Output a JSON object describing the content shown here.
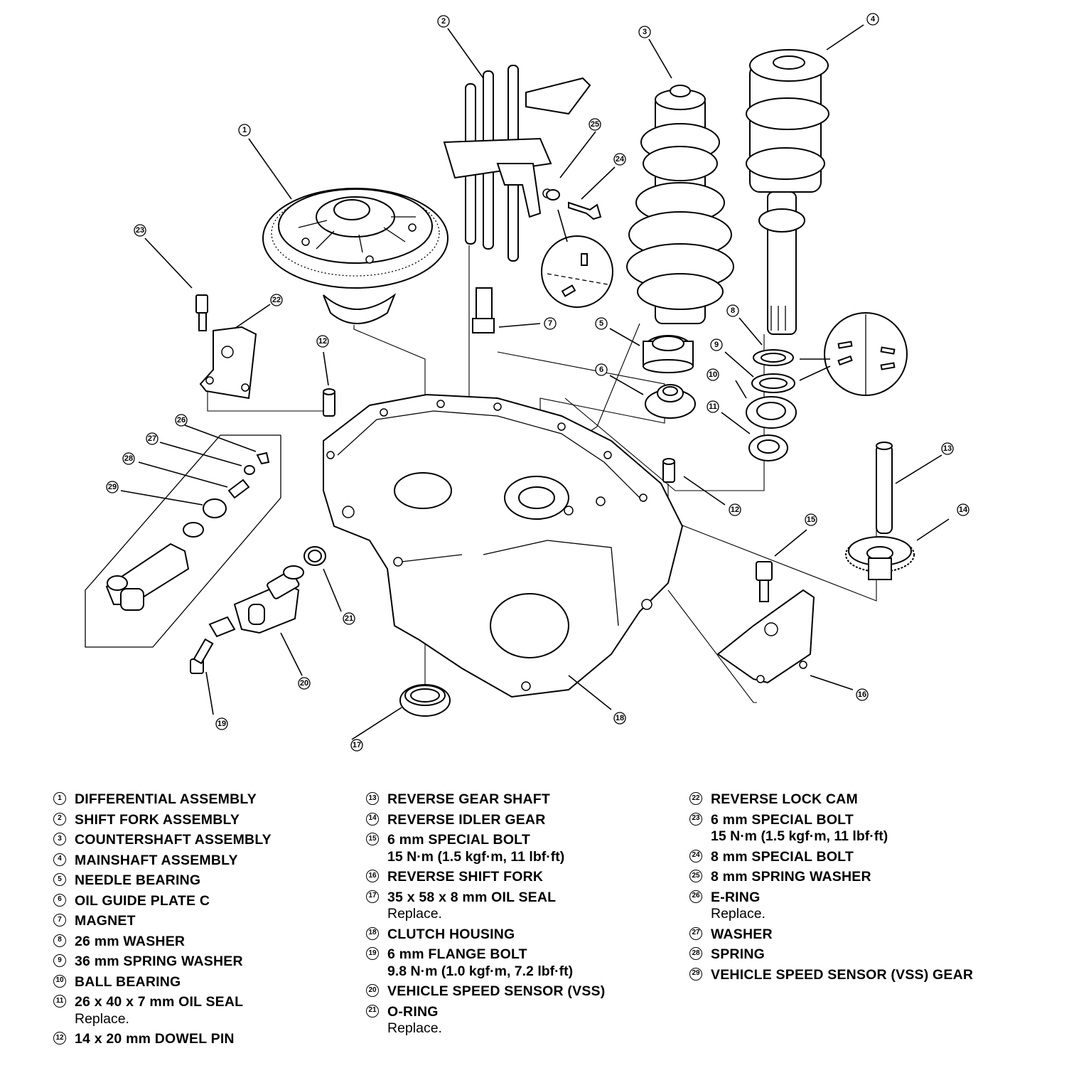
{
  "diagram": {
    "callouts": [
      "1",
      "2",
      "3",
      "4",
      "5",
      "6",
      "7",
      "8",
      "9",
      "10",
      "11",
      "12",
      "12",
      "13",
      "14",
      "15",
      "16",
      "17",
      "18",
      "19",
      "20",
      "21",
      "22",
      "23",
      "24",
      "25",
      "26",
      "27",
      "28",
      "29"
    ]
  },
  "legend": {
    "col1": [
      {
        "num": "1",
        "label": "DIFFERENTIAL ASSEMBLY"
      },
      {
        "num": "2",
        "label": "SHIFT FORK ASSEMBLY"
      },
      {
        "num": "3",
        "label": "COUNTERSHAFT ASSEMBLY"
      },
      {
        "num": "4",
        "label": "MAINSHAFT ASSEMBLY"
      },
      {
        "num": "5",
        "label": "NEEDLE BEARING"
      },
      {
        "num": "6",
        "label": "OIL GUIDE PLATE C"
      },
      {
        "num": "7",
        "label": "MAGNET"
      },
      {
        "num": "8",
        "label": "26 mm WASHER"
      },
      {
        "num": "9",
        "label": "36 mm SPRING WASHER"
      },
      {
        "num": "10",
        "label": "BALL BEARING"
      },
      {
        "num": "11",
        "label": "26 x 40 x 7 mm OIL SEAL",
        "note": "Replace."
      },
      {
        "num": "12",
        "label": "14 x 20 mm DOWEL PIN"
      }
    ],
    "col2": [
      {
        "num": "13",
        "label": "REVERSE GEAR SHAFT"
      },
      {
        "num": "14",
        "label": "REVERSE IDLER GEAR"
      },
      {
        "num": "15",
        "label": "6 mm SPECIAL BOLT",
        "spec": "15 N·m (1.5 kgf·m, 11 lbf·ft)"
      },
      {
        "num": "16",
        "label": "REVERSE SHIFT FORK"
      },
      {
        "num": "17",
        "label": "35 x 58 x 8 mm OIL SEAL",
        "note": "Replace."
      },
      {
        "num": "18",
        "label": "CLUTCH HOUSING"
      },
      {
        "num": "19",
        "label": "6 mm FLANGE BOLT",
        "spec": "9.8 N·m (1.0 kgf·m, 7.2 lbf·ft)"
      },
      {
        "num": "20",
        "label": "VEHICLE SPEED SENSOR (VSS)"
      },
      {
        "num": "21",
        "label": "O-RING",
        "note": "Replace."
      }
    ],
    "col3": [
      {
        "num": "22",
        "label": "REVERSE LOCK CAM"
      },
      {
        "num": "23",
        "label": "6 mm SPECIAL BOLT",
        "spec": "15 N·m (1.5 kgf·m, 11 lbf·ft)"
      },
      {
        "num": "24",
        "label": "8 mm SPECIAL BOLT"
      },
      {
        "num": "25",
        "label": "8 mm SPRING WASHER"
      },
      {
        "num": "26",
        "label": "E-RING",
        "note": "Replace."
      },
      {
        "num": "27",
        "label": "WASHER"
      },
      {
        "num": "28",
        "label": "SPRING"
      },
      {
        "num": "29",
        "label": "VEHICLE SPEED SENSOR (VSS) GEAR"
      }
    ]
  }
}
